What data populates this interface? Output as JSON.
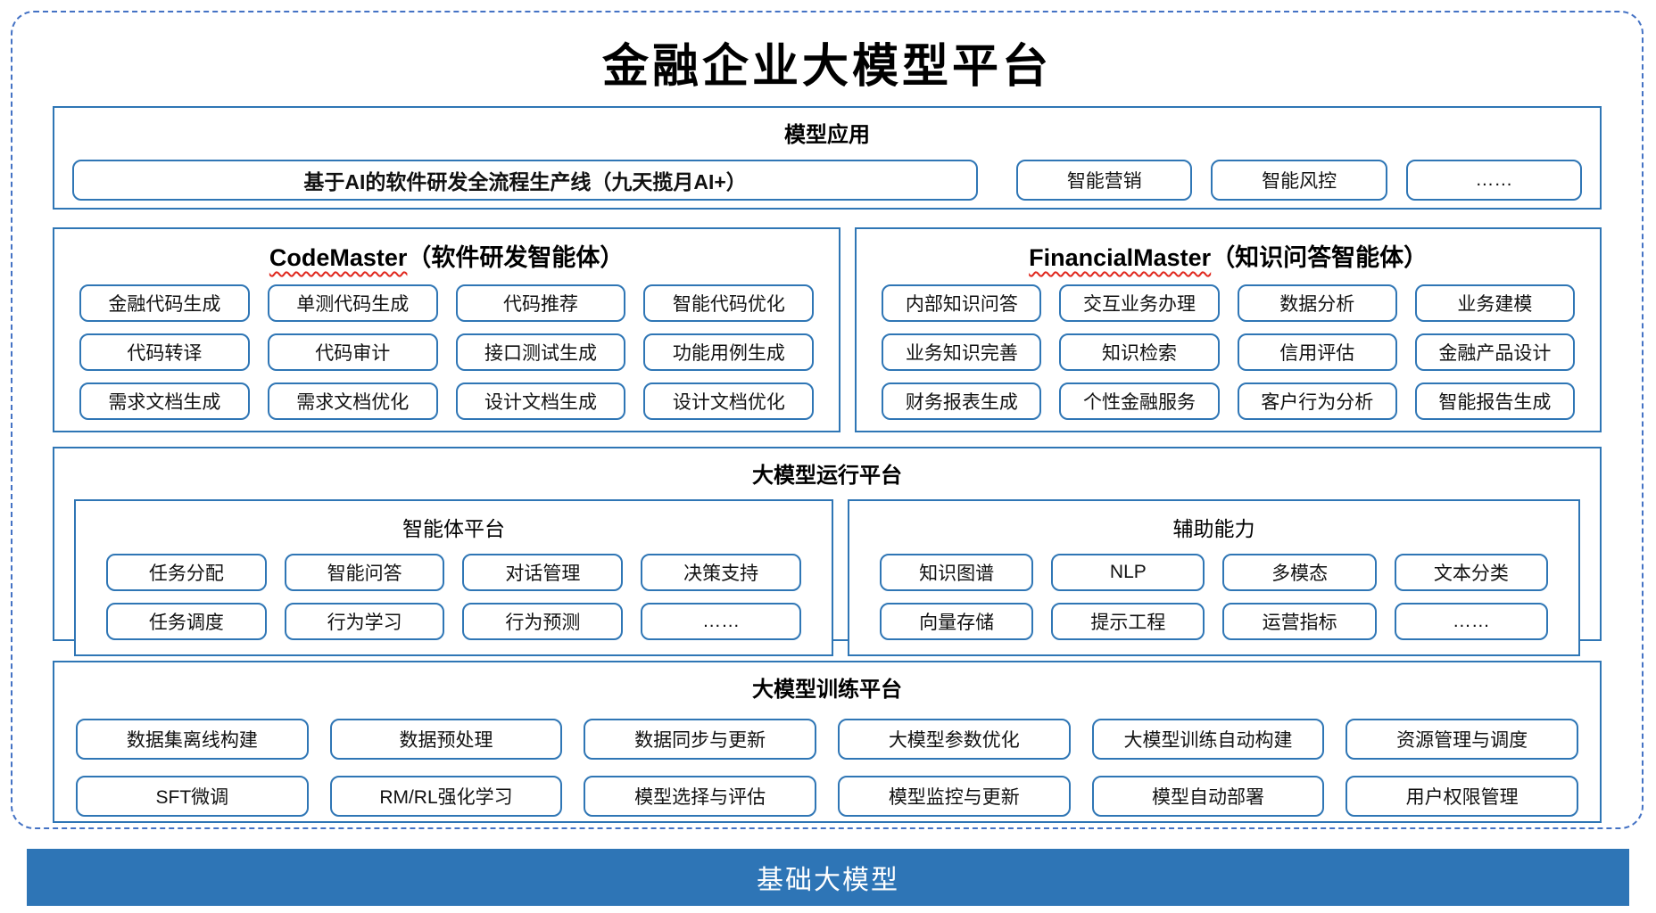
{
  "title": "金融企业大模型平台",
  "colors": {
    "section_border_blue": "#2F76B5",
    "dashed_frame_blue": "#4472C4",
    "base_bar_blue": "#2E75B6",
    "wavy_underline_red": "#E0281E",
    "base_bar_text": "#FFFFFF",
    "body_text": "#000000"
  },
  "sections": {
    "model_app": {
      "header": "模型应用",
      "main_item": "基于AI的软件研发全流程生产线（九天揽月AI+）",
      "items": [
        "智能营销",
        "智能风控",
        "……"
      ]
    },
    "agents": [
      {
        "name_en": "CodeMaster",
        "name_zh": "（软件研发智能体）",
        "items": [
          "金融代码生成",
          "单测代码生成",
          "代码推荐",
          "智能代码优化",
          "代码转译",
          "代码审计",
          "接口测试生成",
          "功能用例生成",
          "需求文档生成",
          "需求文档优化",
          "设计文档生成",
          "设计文档优化"
        ]
      },
      {
        "name_en": "FinancialMaster",
        "name_zh": "（知识问答智能体）",
        "items": [
          "内部知识问答",
          "交互业务办理",
          "数据分析",
          "业务建模",
          "业务知识完善",
          "知识检索",
          "信用评估",
          "金融产品设计",
          "财务报表生成",
          "个性金融服务",
          "客户行为分析",
          "智能报告生成"
        ]
      }
    ],
    "run_platform": {
      "header": "大模型运行平台",
      "panels": [
        {
          "title": "智能体平台",
          "items": [
            "任务分配",
            "智能问答",
            "对话管理",
            "决策支持",
            "任务调度",
            "行为学习",
            "行为预测",
            "……"
          ]
        },
        {
          "title": "辅助能力",
          "items": [
            "知识图谱",
            "NLP",
            "多模态",
            "文本分类",
            "向量存储",
            "提示工程",
            "运营指标",
            "……"
          ]
        }
      ]
    },
    "train_platform": {
      "header": "大模型训练平台",
      "items": [
        "数据集离线构建",
        "数据预处理",
        "数据同步与更新",
        "大模型参数优化",
        "大模型训练自动构建",
        "资源管理与调度",
        "SFT微调",
        "RM/RL强化学习",
        "模型选择与评估",
        "模型监控与更新",
        "模型自动部署",
        "用户权限管理"
      ]
    },
    "base_model": {
      "label": "基础大模型"
    }
  }
}
